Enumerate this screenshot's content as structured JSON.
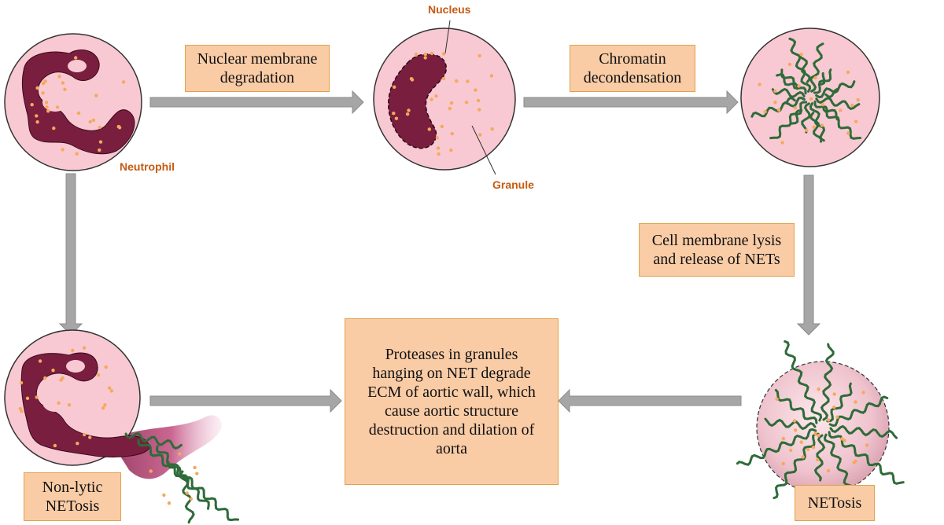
{
  "steps": {
    "nuclear_membrane": "Nuclear membrane\ndegradation",
    "chromatin": "Chromatin\ndecondensation",
    "cell_membrane": "Cell membrane lysis\nand release of NETs",
    "proteases": "Proteases in granules\nhanging on NET degrade\nECM of aortic wall, which\ncause aortic structure\ndestruction and dilation of\naorta",
    "non_lytic": "Non-lytic\nNETosis",
    "netosis": "NETosis"
  },
  "labels": {
    "neutrophil": "Neutrophil",
    "nucleus": "Nucleus",
    "granule": "Granule"
  },
  "colors": {
    "cell_fill": "#f8c9d2",
    "nucleus": "#7a1e3f",
    "granule": "#f4a95c",
    "dna": "#2f6b3a",
    "box_fill": "#f9cca6",
    "box_border": "#e0a24a",
    "arrow": "#a6a6a6",
    "label": "#c55a11"
  }
}
